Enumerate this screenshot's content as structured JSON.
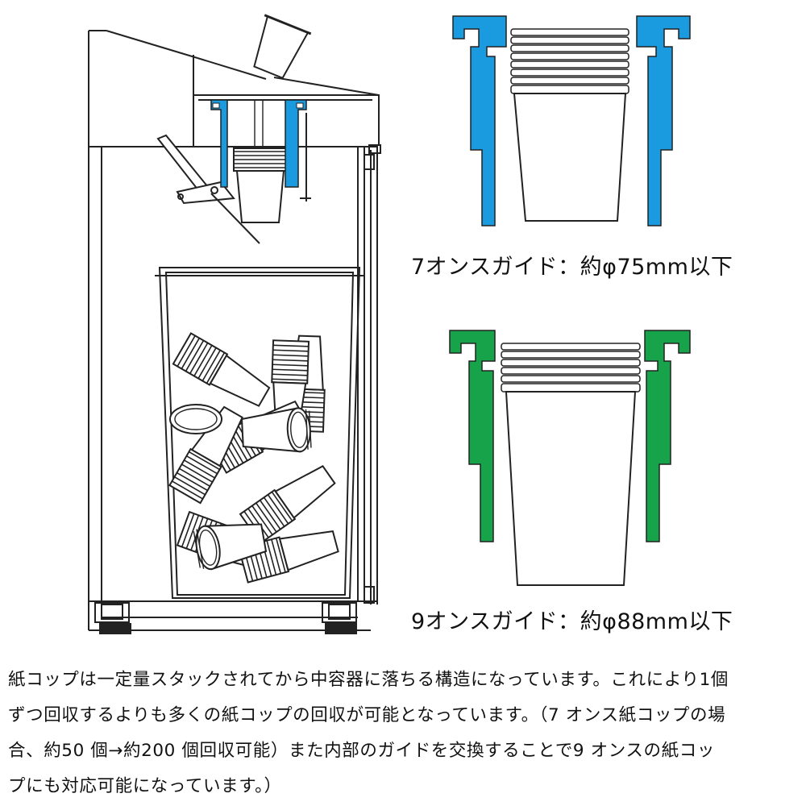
{
  "captions": {
    "guide_7oz": "7オンスガイド：約φ75mm以下",
    "guide_9oz": "9オンスガイド：約φ88mm以下"
  },
  "description": {
    "lines": [
      "紙コップは一定量スタックされてから中容器に落ちる構造になっています。これにより1個",
      "ずつ回収するよりも多くの紙コップの回収が可能となっています。（7 オンス紙コップの場",
      "合、約50 個→約200 個回収可能）また内部のガイドを交換することで9 オンスの紙コッ",
      "プにも対応可能になっています。）"
    ]
  },
  "colors": {
    "guide_7oz": "#1a9be0",
    "guide_9oz": "#16a34a",
    "line": "#222222"
  }
}
